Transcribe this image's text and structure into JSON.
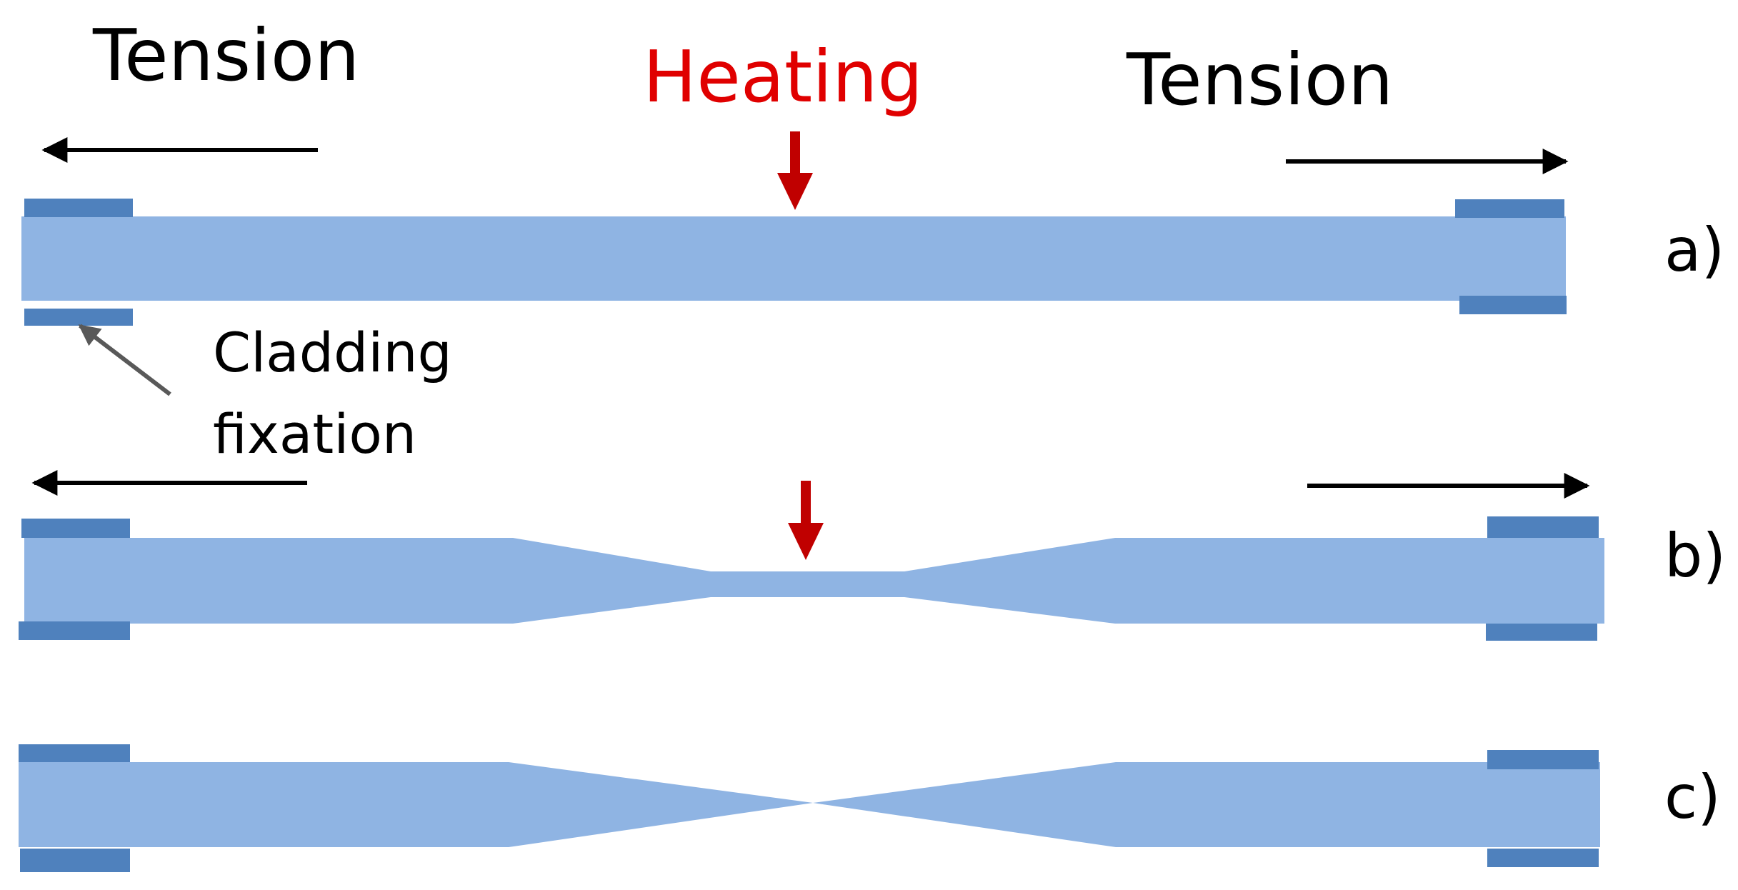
{
  "labels": {
    "tension_left": "Tension",
    "heating": "Heating",
    "tension_right": "Tension",
    "cladding_fixation_line1": "Cladding",
    "cladding_fixation_line2": "fixation"
  },
  "panels": [
    "a)",
    "b)",
    "c)"
  ],
  "colors": {
    "fiber": "#8fb4e3",
    "fixation": "#4f81bd",
    "heating": "#e00000",
    "heating_arrow": "#c00000",
    "tension_arrow": "#000000",
    "pointer_arrow": "#595959",
    "text": "#000000"
  }
}
